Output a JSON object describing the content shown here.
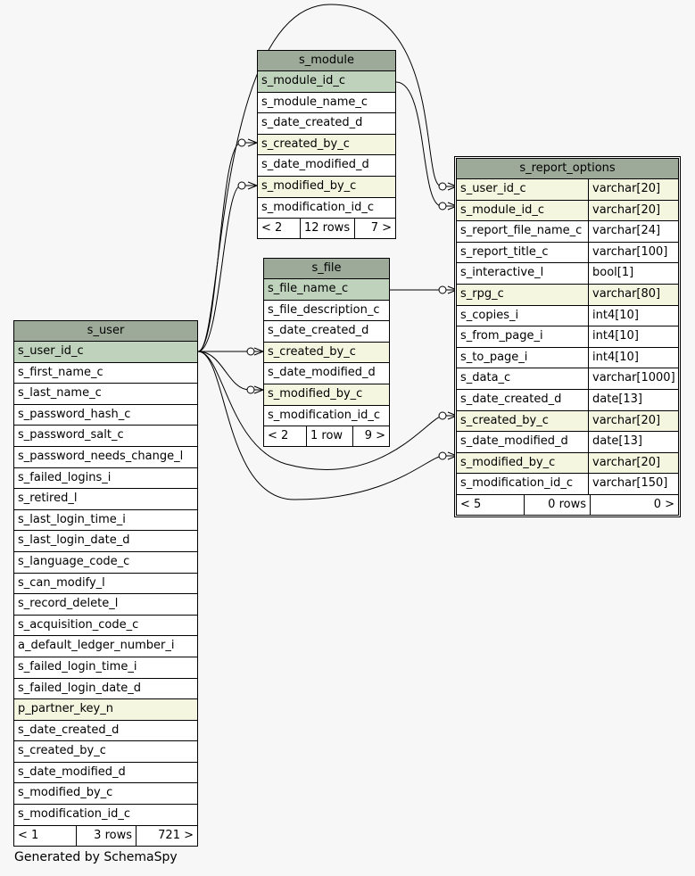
{
  "footer_text": "Generated by SchemaSpy",
  "colors": {
    "header": "#9daa99",
    "primary_key": "#bfd3bc",
    "foreign_key": "#f4f6df",
    "background": "#f7f7f7"
  },
  "tables": {
    "s_module": {
      "name": "s_module",
      "columns": [
        {
          "name": "s_module_id_c",
          "kind": "pk"
        },
        {
          "name": "s_module_name_c",
          "kind": ""
        },
        {
          "name": "s_date_created_d",
          "kind": ""
        },
        {
          "name": "s_created_by_c",
          "kind": "fk"
        },
        {
          "name": "s_date_modified_d",
          "kind": ""
        },
        {
          "name": "s_modified_by_c",
          "kind": "fk"
        },
        {
          "name": "s_modification_id_c",
          "kind": ""
        }
      ],
      "footer": [
        "< 2",
        "12 rows",
        "7 >"
      ]
    },
    "s_file": {
      "name": "s_file",
      "columns": [
        {
          "name": "s_file_name_c",
          "kind": "pk"
        },
        {
          "name": "s_file_description_c",
          "kind": ""
        },
        {
          "name": "s_date_created_d",
          "kind": ""
        },
        {
          "name": "s_created_by_c",
          "kind": "fk"
        },
        {
          "name": "s_date_modified_d",
          "kind": ""
        },
        {
          "name": "s_modified_by_c",
          "kind": "fk"
        },
        {
          "name": "s_modification_id_c",
          "kind": ""
        }
      ],
      "footer": [
        "< 2",
        "1 row",
        "9 >"
      ]
    },
    "s_user": {
      "name": "s_user",
      "columns": [
        {
          "name": "s_user_id_c",
          "kind": "pk"
        },
        {
          "name": "s_first_name_c",
          "kind": ""
        },
        {
          "name": "s_last_name_c",
          "kind": ""
        },
        {
          "name": "s_password_hash_c",
          "kind": ""
        },
        {
          "name": "s_password_salt_c",
          "kind": ""
        },
        {
          "name": "s_password_needs_change_l",
          "kind": ""
        },
        {
          "name": "s_failed_logins_i",
          "kind": ""
        },
        {
          "name": "s_retired_l",
          "kind": ""
        },
        {
          "name": "s_last_login_time_i",
          "kind": ""
        },
        {
          "name": "s_last_login_date_d",
          "kind": ""
        },
        {
          "name": "s_language_code_c",
          "kind": ""
        },
        {
          "name": "s_can_modify_l",
          "kind": ""
        },
        {
          "name": "s_record_delete_l",
          "kind": ""
        },
        {
          "name": "s_acquisition_code_c",
          "kind": ""
        },
        {
          "name": "a_default_ledger_number_i",
          "kind": ""
        },
        {
          "name": "s_failed_login_time_i",
          "kind": ""
        },
        {
          "name": "s_failed_login_date_d",
          "kind": ""
        },
        {
          "name": "p_partner_key_n",
          "kind": "fk"
        },
        {
          "name": "s_date_created_d",
          "kind": ""
        },
        {
          "name": "s_created_by_c",
          "kind": ""
        },
        {
          "name": "s_date_modified_d",
          "kind": ""
        },
        {
          "name": "s_modified_by_c",
          "kind": ""
        },
        {
          "name": "s_modification_id_c",
          "kind": ""
        }
      ],
      "footer": [
        "< 1",
        "3 rows",
        "721 >"
      ]
    },
    "s_report_options": {
      "name": "s_report_options",
      "columns": [
        {
          "name": "s_user_id_c",
          "type": "varchar[20]",
          "kind": "fk"
        },
        {
          "name": "s_module_id_c",
          "type": "varchar[20]",
          "kind": "fk"
        },
        {
          "name": "s_report_file_name_c",
          "type": "varchar[24]",
          "kind": ""
        },
        {
          "name": "s_report_title_c",
          "type": "varchar[100]",
          "kind": ""
        },
        {
          "name": "s_interactive_l",
          "type": "bool[1]",
          "kind": ""
        },
        {
          "name": "s_rpg_c",
          "type": "varchar[80]",
          "kind": "fk"
        },
        {
          "name": "s_copies_i",
          "type": "int4[10]",
          "kind": ""
        },
        {
          "name": "s_from_page_i",
          "type": "int4[10]",
          "kind": ""
        },
        {
          "name": "s_to_page_i",
          "type": "int4[10]",
          "kind": ""
        },
        {
          "name": "s_data_c",
          "type": "varchar[1000]",
          "kind": ""
        },
        {
          "name": "s_date_created_d",
          "type": "date[13]",
          "kind": ""
        },
        {
          "name": "s_created_by_c",
          "type": "varchar[20]",
          "kind": "fk"
        },
        {
          "name": "s_date_modified_d",
          "type": "date[13]",
          "kind": ""
        },
        {
          "name": "s_modified_by_c",
          "type": "varchar[20]",
          "kind": "fk"
        },
        {
          "name": "s_modification_id_c",
          "type": "varchar[150]",
          "kind": ""
        }
      ],
      "footer": [
        "< 5",
        "0 rows",
        "0 >"
      ]
    }
  }
}
